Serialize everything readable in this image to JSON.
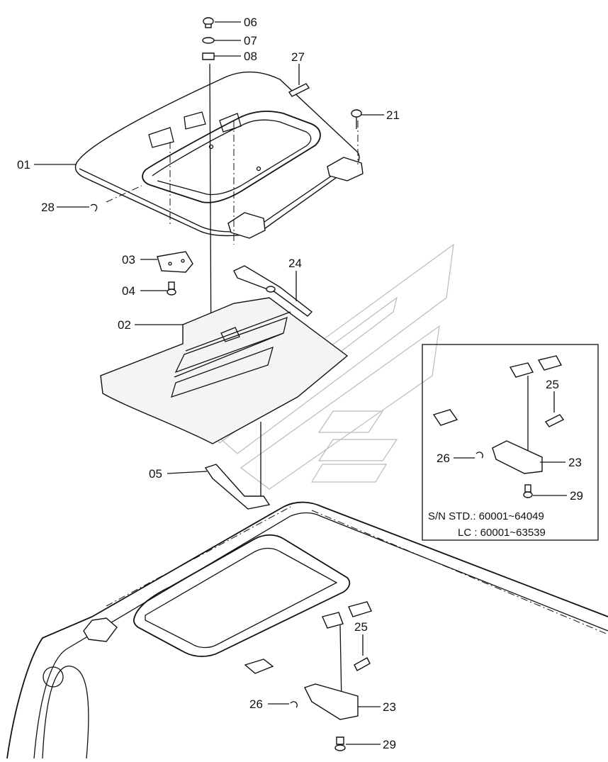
{
  "labels": {
    "l01": "01",
    "l02": "02",
    "l03": "03",
    "l04": "04",
    "l05": "05",
    "l06": "06",
    "l07": "07",
    "l08": "08",
    "l21": "21",
    "l24": "24",
    "l27": "27",
    "l28": "28",
    "inset_25": "25",
    "inset_26": "26",
    "inset_23": "23",
    "inset_29": "29",
    "main_25": "25",
    "main_26": "26",
    "main_23": "23",
    "main_29": "29"
  },
  "inset": {
    "sn_line1": "S/N STD.: 60001~64049",
    "sn_line2": "LC   : 60001~63539"
  }
}
